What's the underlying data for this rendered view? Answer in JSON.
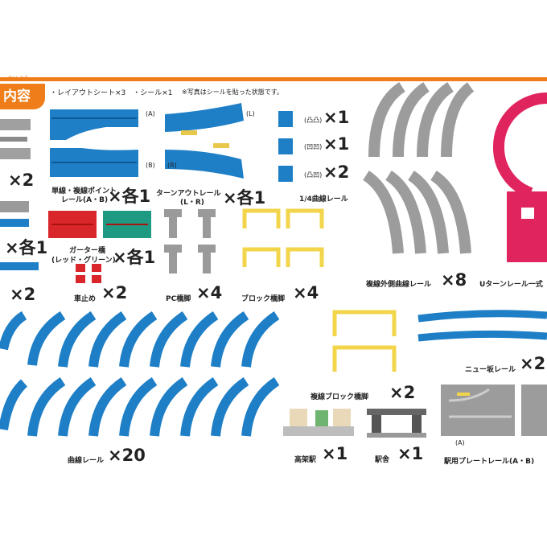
{
  "header": {
    "tab_label": "内容",
    "tab_ruby": "ない よう",
    "contents_line": "・レイアウトシート×3　・シール×1",
    "note": "※写真はシールを貼った状態です。"
  },
  "items": {
    "point_rail": {
      "name_line1": "単線・複線ポイント",
      "name_line2": "レール(A・B)",
      "qty": "×各1",
      "tag_a": "(A)",
      "tag_b": "(B)"
    },
    "turnout": {
      "name_line1": "ターンアウトレール",
      "name_line2": "(L・R)",
      "qty": "×各1",
      "tag_l": "(L)",
      "tag_r": "(R)"
    },
    "quarter": {
      "tag1": "(凸凸)",
      "qty1": "×1",
      "tag2": "(凹凹)",
      "qty2": "×1",
      "tag3": "(凸凹)",
      "qty3": "×2",
      "name": "1/4曲線レール"
    },
    "outer_curve": {
      "name": "複線外側曲線レール",
      "qty": "×8"
    },
    "uturn": {
      "name": "Uターンレール一式"
    },
    "girder": {
      "name_line1": "ガーター橋",
      "name_line2": "(レッド・グリーン)",
      "qty": "×各1"
    },
    "pc_pier": {
      "name": "PC橋脚",
      "qty": "×4"
    },
    "block_pier": {
      "name": "ブロック橋脚",
      "qty": "×4"
    },
    "stopper": {
      "name": "車止め",
      "qty": "×2"
    },
    "left_partial": {
      "qty1": "×2",
      "qty2": "×各1",
      "qty3": "×2"
    },
    "slope": {
      "name": "ニュー坂レール",
      "qty": "×2"
    },
    "double_block_pier": {
      "name": "複線ブロック橋脚",
      "qty": "×2"
    },
    "curve_rail": {
      "name": "曲線レール",
      "qty": "×20"
    },
    "elevated_station": {
      "name": "高架駅",
      "qty": "×1"
    },
    "station_house": {
      "name": "駅舎",
      "qty": "×1"
    },
    "plate_rail": {
      "tag_a": "(A)",
      "name": "駅用プレートレール(A・B)"
    }
  },
  "colors": {
    "orange": "#ee7d1a",
    "blue": "#1e7fc6",
    "gray": "#9a9a9a",
    "red": "#e0245e",
    "yellow": "#f2d54a"
  }
}
